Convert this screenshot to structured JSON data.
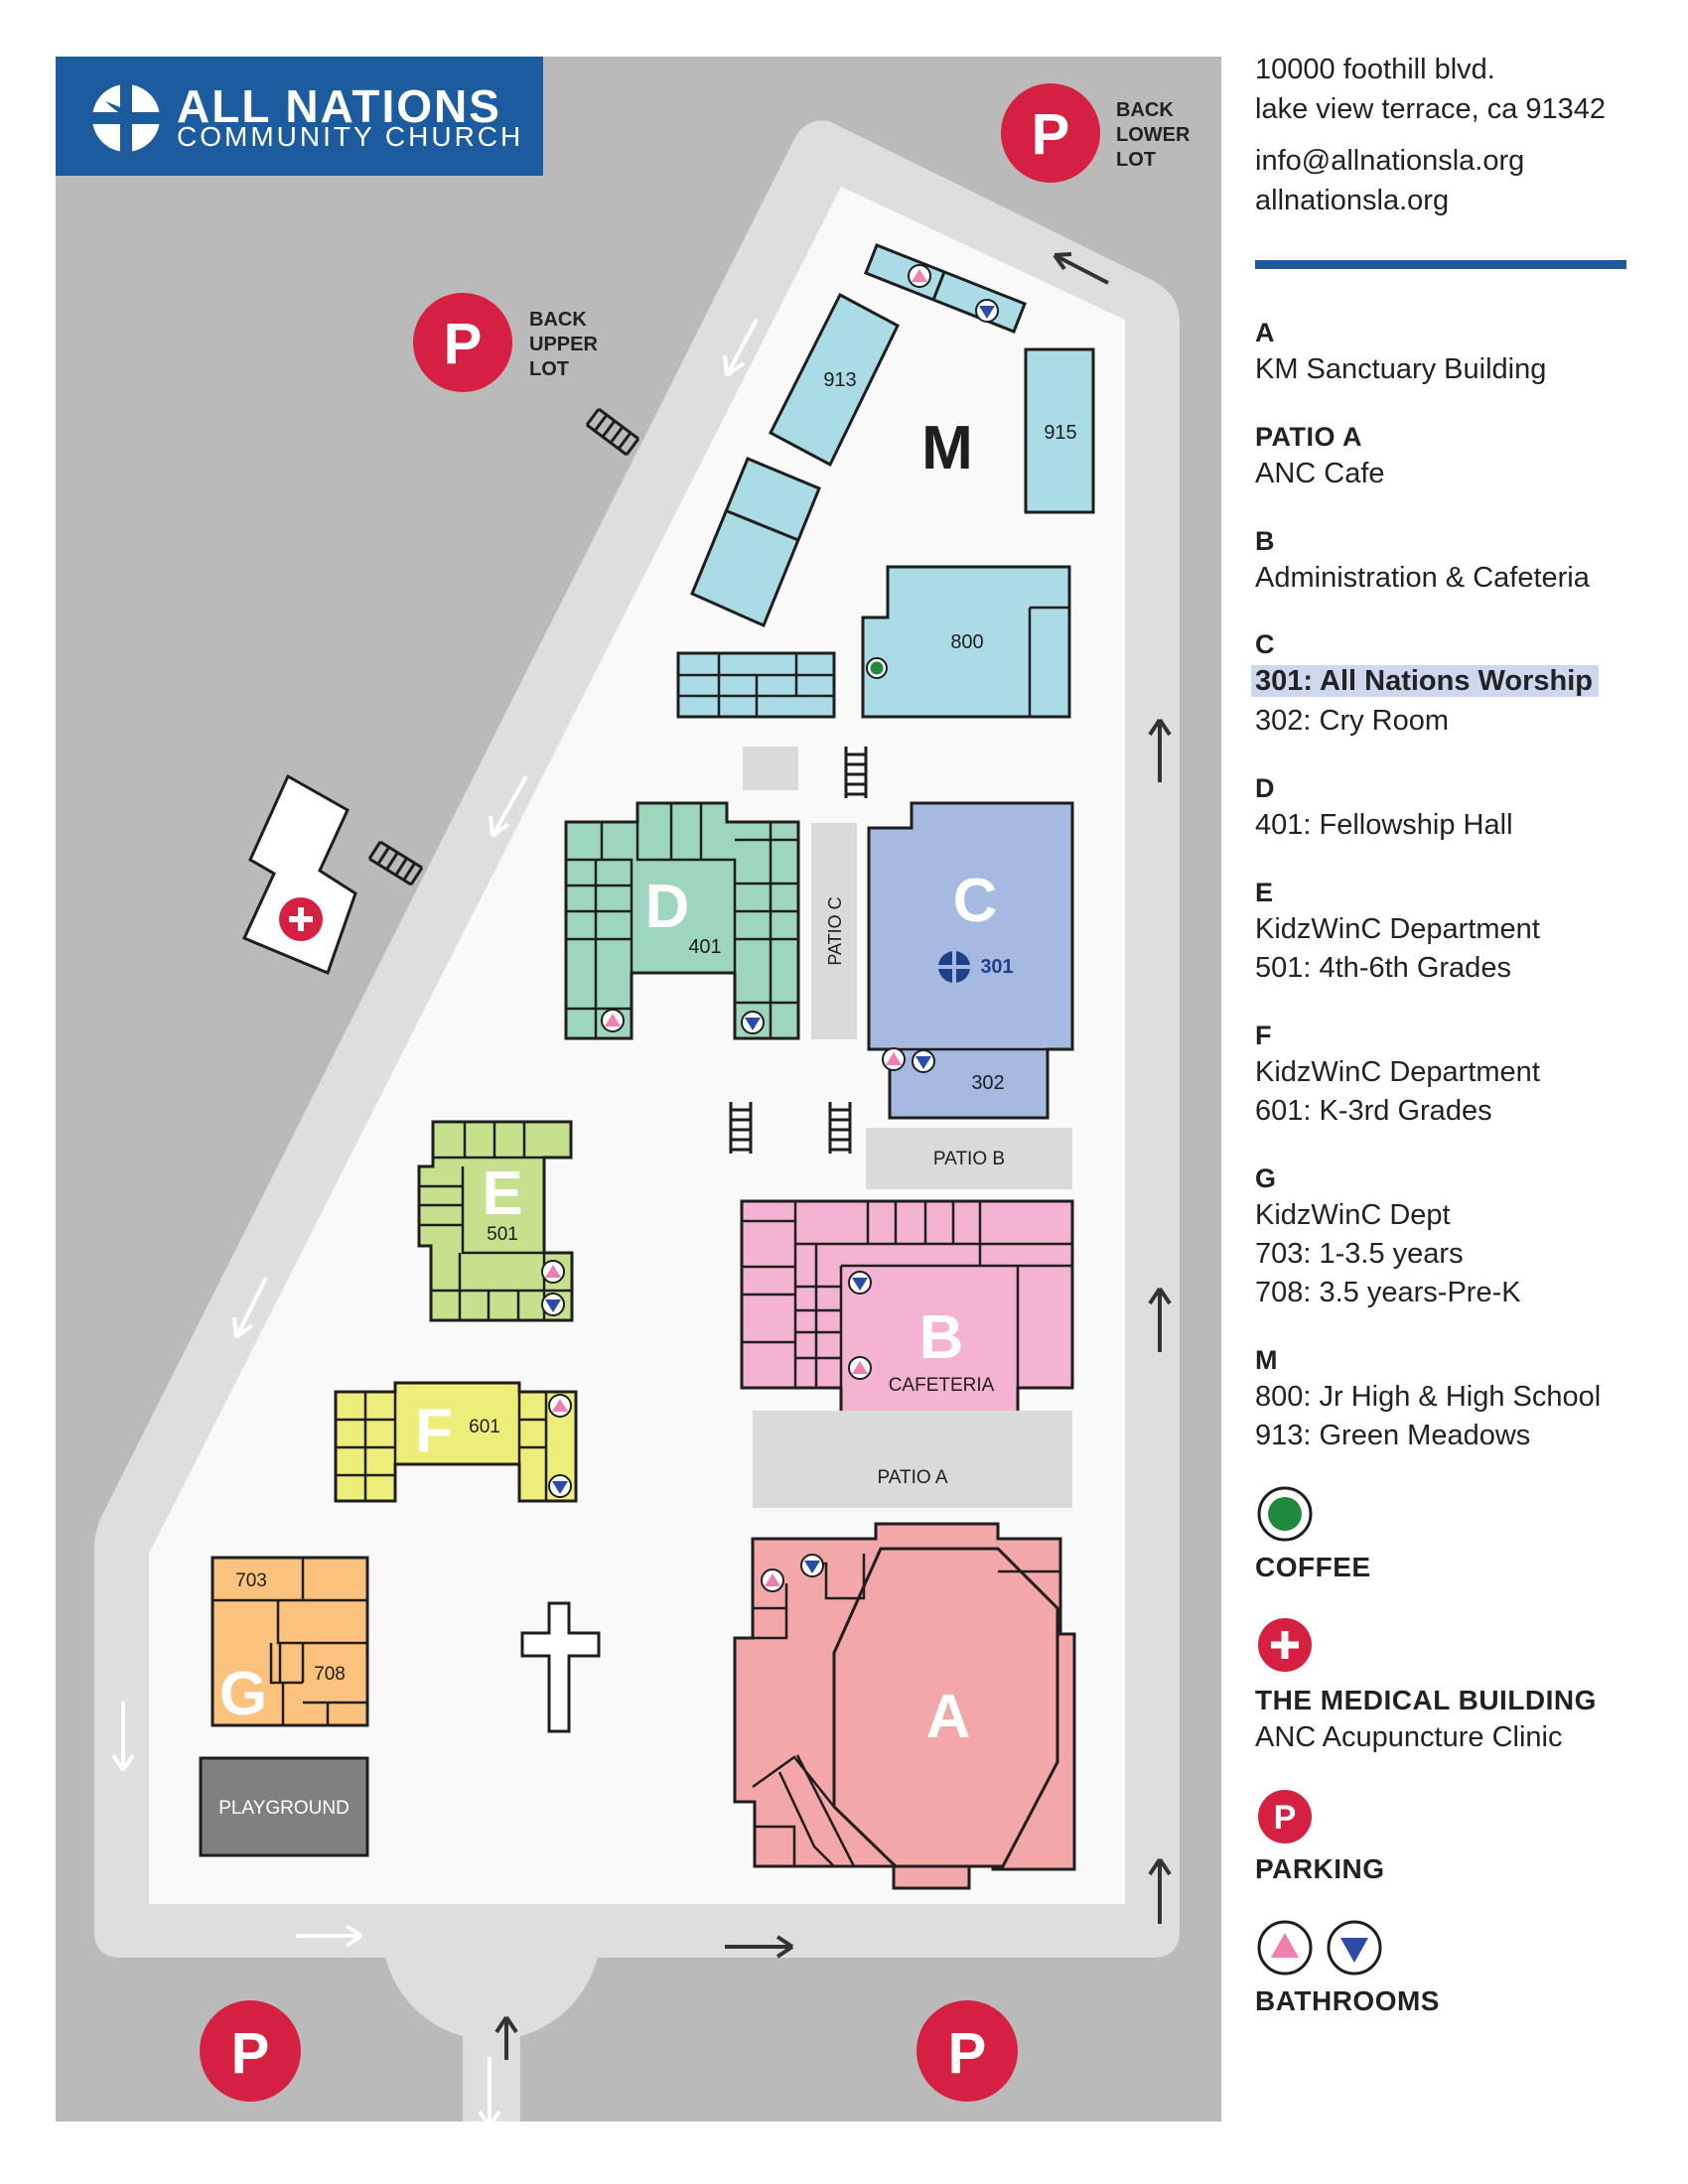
{
  "logo": {
    "name": "ALL NATIONS",
    "subtitle": "COMMUNITY CHURCH"
  },
  "contact": {
    "address_line1": "10000 foothill blvd.",
    "address_line2": "lake view terrace, ca 91342",
    "email": "info@allnationsla.org",
    "website": "allnationsla.org"
  },
  "map_labels": {
    "back_lower_lot": [
      "BACK",
      "LOWER",
      "LOT"
    ],
    "back_upper_lot": [
      "BACK",
      "UPPER",
      "LOT"
    ],
    "parking_letter": "P",
    "bldg_m": "M",
    "room_913": "913",
    "room_915": "915",
    "room_800": "800",
    "bldg_d": "D",
    "room_401": "401",
    "patio_c": "PATIO C",
    "bldg_c": "C",
    "room_301": "301",
    "room_302": "302",
    "patio_b": "PATIO B",
    "bldg_e": "E",
    "room_501": "501",
    "bldg_b": "B",
    "cafeteria": "CAFETERIA",
    "bldg_f": "F",
    "room_601": "601",
    "patio_a": "PATIO A",
    "room_703": "703",
    "room_708": "708",
    "bldg_g": "G",
    "bldg_a": "A",
    "playground": "PLAYGROUND"
  },
  "legend": {
    "a": {
      "key": "A",
      "lines": [
        "KM Sanctuary Building"
      ]
    },
    "patio_a": {
      "key": "PATIO A",
      "lines": [
        "ANC Cafe"
      ]
    },
    "b": {
      "key": "B",
      "lines": [
        "Administration & Cafeteria"
      ]
    },
    "c": {
      "key": "C",
      "highlight": "301: All Nations Worship",
      "lines": [
        "302: Cry Room"
      ]
    },
    "d": {
      "key": "D",
      "lines": [
        "401: Fellowship Hall"
      ]
    },
    "e": {
      "key": "E",
      "lines": [
        "KidzWinC Department",
        "501: 4th-6th Grades"
      ]
    },
    "f": {
      "key": "F",
      "lines": [
        "KidzWinC Department",
        "601: K-3rd Grades"
      ]
    },
    "g": {
      "key": "G",
      "lines": [
        "KidzWinC Dept",
        "703: 1-3.5 years",
        "708: 3.5 years-Pre-K"
      ]
    },
    "m": {
      "key": "M",
      "lines": [
        "800: Jr High & High School",
        "913: Green Meadows"
      ]
    }
  },
  "symbols": {
    "coffee": "COFFEE",
    "medical": "THE MEDICAL BUILDING",
    "medical_sub": "ANC Acupuncture Clinic",
    "parking": "PARKING",
    "parking_letter": "P",
    "bathrooms": "BATHROOMS"
  },
  "colors": {
    "brand_blue": "#1c5c9e",
    "parking_red": "#d62041",
    "bldg_a": "#f4a7a9",
    "bldg_b": "#f3b3d1",
    "bldg_c": "#a6b9e1",
    "bldg_d": "#9dd6bd",
    "bldg_e": "#c6e08e",
    "bldg_f": "#eded7a",
    "bldg_g": "#fbc27e",
    "bldg_m": "#abdce6",
    "coffee_green": "#1f8a3c",
    "women_pink": "#f07fb0",
    "men_blue": "#2b4ba8"
  }
}
